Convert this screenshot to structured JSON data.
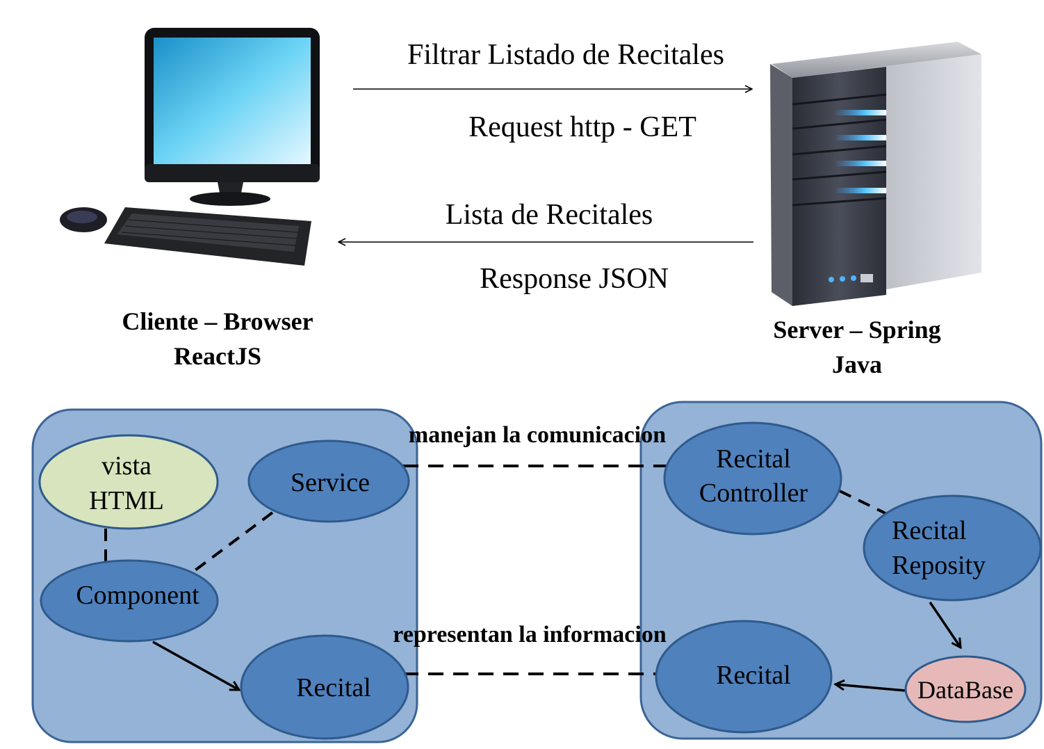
{
  "top": {
    "request_label": "Filtrar Listado de Recitales",
    "request_method": "Request http - GET",
    "response_label": "Lista de Recitales",
    "response_format": "Response JSON",
    "client_title": "Cliente – Browser",
    "client_subtitle": "ReactJS",
    "server_title": "Server – Spring",
    "server_subtitle": "Java",
    "client_icon": "desktop-computer-icon",
    "server_icon": "server-tower-icon"
  },
  "bottom": {
    "comm_label": "manejan la comunicacion",
    "info_label": "representan la informacion",
    "client_nodes": {
      "vista": [
        "vista",
        "HTML"
      ],
      "service": "Service",
      "component": "Component",
      "recital": "Recital"
    },
    "server_nodes": {
      "controller": [
        "Recital",
        "Controller"
      ],
      "repository": [
        "Recital",
        "Reposity"
      ],
      "recital": "Recital",
      "database": "DataBase"
    }
  },
  "colors": {
    "panel_fill": "#94b3d6",
    "panel_stroke": "#3c6496",
    "node_fill": "#4f81bd",
    "node_stroke": "#2f5a8c",
    "vista_fill": "#d7e4bd",
    "database_fill": "#e6b9b8"
  }
}
